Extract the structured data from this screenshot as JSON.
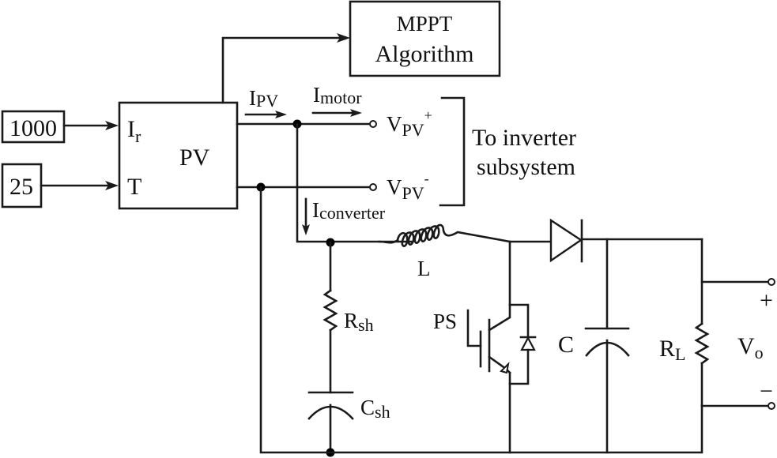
{
  "diagram": {
    "title": "PV-powered boost converter with MPPT",
    "inputs": [
      {
        "id": "irradiance",
        "value": "1000",
        "port_label": "I",
        "port_sub": "r"
      },
      {
        "id": "temperature",
        "value": "25",
        "port_label": "T",
        "port_sub": ""
      }
    ],
    "blocks": {
      "pv": {
        "label": "PV"
      },
      "mppt": {
        "line1": "MPPT",
        "line2": "Algorithm"
      }
    },
    "currents": {
      "ipv": {
        "main": "I",
        "sub": "PV"
      },
      "imotor": {
        "main": "I",
        "sub": "motor"
      },
      "iconverter": {
        "main": "I",
        "sub": "converter"
      }
    },
    "terminals": {
      "vpv_plus": {
        "main": "V",
        "sub": "PV",
        "sup": "+"
      },
      "vpv_minus": {
        "main": "V",
        "sub": "PV",
        "sup": "-"
      },
      "inverter_note": {
        "line1": "To inverter",
        "line2": "subsystem"
      }
    },
    "components": {
      "inductor": {
        "label": "L"
      },
      "rsh": {
        "main": "R",
        "sub": "sh"
      },
      "csh": {
        "main": "C",
        "sub": "sh"
      },
      "switch": {
        "label": "PS"
      },
      "capacitor": {
        "label": "C"
      },
      "load": {
        "main": "R",
        "sub": "L"
      },
      "output": {
        "main": "V",
        "sub": "o",
        "plus": "+",
        "minus": "−"
      }
    },
    "colors": {
      "line": "#1a1a1a",
      "background": "#ffffff"
    }
  }
}
